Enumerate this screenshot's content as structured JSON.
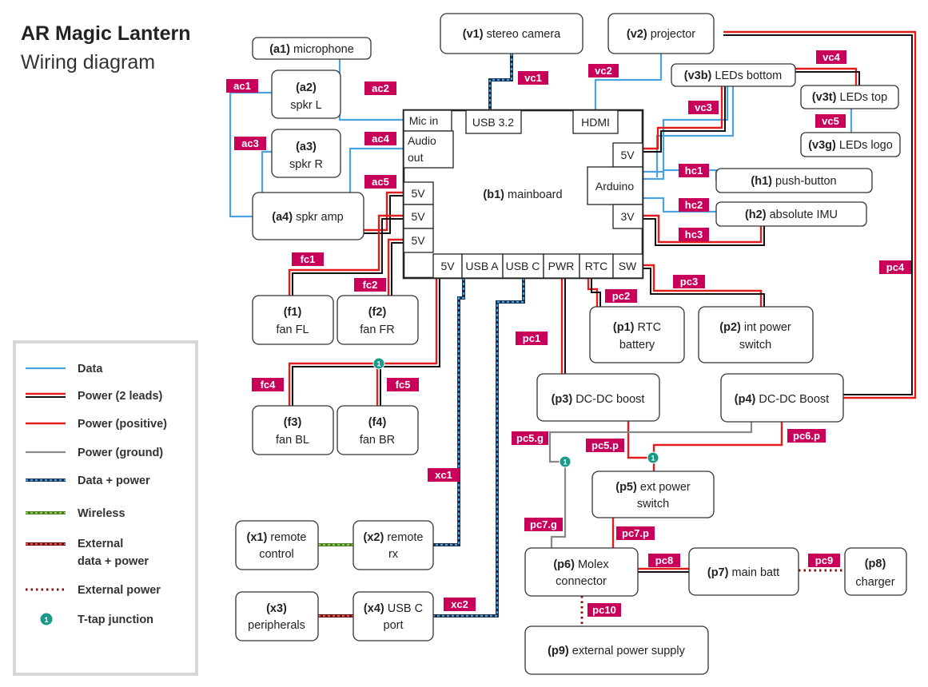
{
  "title": "AR Magic Lantern",
  "subtitle": "Wiring diagram",
  "mainboard": {
    "id": "(b1)",
    "name": "mainboard"
  },
  "ports": {
    "mic_in": "Mic in",
    "usb32": "USB 3.2",
    "hdmi": "HDMI",
    "audio_out_1": "Audio",
    "audio_out_2": "out",
    "v5": "5V",
    "v3": "3V",
    "arduino": "Arduino",
    "usba": "USB A",
    "usbc": "USB C",
    "pwr": "PWR",
    "rtc": "RTC",
    "sw": "SW"
  },
  "nodes": {
    "a1": {
      "id": "(a1)",
      "name": "microphone"
    },
    "a2": {
      "id": "(a2)",
      "name": "spkr L"
    },
    "a3": {
      "id": "(a3)",
      "name": "spkr R"
    },
    "a4": {
      "id": "(a4)",
      "name": "spkr amp"
    },
    "v1": {
      "id": "(v1)",
      "name": "stereo camera"
    },
    "v2": {
      "id": "(v2)",
      "name": "projector"
    },
    "v3b": {
      "id": "(v3b)",
      "name": "LEDs bottom"
    },
    "v3t": {
      "id": "(v3t)",
      "name": "LEDs top"
    },
    "v3g": {
      "id": "(v3g)",
      "name": "LEDs logo"
    },
    "h1": {
      "id": "(h1)",
      "name": "push-button"
    },
    "h2": {
      "id": "(h2)",
      "name": "absolute IMU"
    },
    "f1": {
      "id": "(f1)",
      "name": "fan FL"
    },
    "f2": {
      "id": "(f2)",
      "name": "fan FR"
    },
    "f3": {
      "id": "(f3)",
      "name": "fan BL"
    },
    "f4": {
      "id": "(f4)",
      "name": "fan BR"
    },
    "p1": {
      "id": "(p1)",
      "name": "RTC",
      "name2": "battery"
    },
    "p2": {
      "id": "(p2)",
      "name": "int power",
      "name2": "switch"
    },
    "p3": {
      "id": "(p3)",
      "name": "DC-DC boost"
    },
    "p4": {
      "id": "(p4)",
      "name": "DC-DC Boost"
    },
    "p5": {
      "id": "(p5)",
      "name": "ext power",
      "name2": "switch"
    },
    "p6": {
      "id": "(p6)",
      "name": "Molex",
      "name2": "connector"
    },
    "p7": {
      "id": "(p7)",
      "name": "main batt"
    },
    "p8": {
      "id": "(p8)",
      "name": "charger"
    },
    "p9": {
      "id": "(p9)",
      "name": "external power supply"
    },
    "x1": {
      "id": "(x1)",
      "name": "remote",
      "name2": "control"
    },
    "x2": {
      "id": "(x2)",
      "name": "remote",
      "name2": "rx"
    },
    "x3": {
      "id": "(x3)",
      "name": "peripherals"
    },
    "x4": {
      "id": "(x4)",
      "name": "USB C",
      "name2": "port"
    }
  },
  "labels": {
    "ac1": "ac1",
    "ac2": "ac2",
    "ac3": "ac3",
    "ac4": "ac4",
    "ac5": "ac5",
    "vc1": "vc1",
    "vc2": "vc2",
    "vc3": "vc3",
    "vc4": "vc4",
    "vc5": "vc5",
    "hc1": "hc1",
    "hc2": "hc2",
    "hc3": "hc3",
    "fc1": "fc1",
    "fc2": "fc2",
    "fc4": "fc4",
    "fc5": "fc5",
    "pc1": "pc1",
    "pc2": "pc2",
    "pc3": "pc3",
    "pc4": "pc4",
    "pc5g": "pc5.g",
    "pc5p": "pc5.p",
    "pc6p": "pc6.p",
    "pc7g": "pc7.g",
    "pc7p": "pc7.p",
    "pc8": "pc8",
    "pc9": "pc9",
    "pc10": "pc10",
    "xc1": "xc1",
    "xc2": "xc2"
  },
  "legend": [
    {
      "label": "Data",
      "style": "data"
    },
    {
      "label": "Power (2 leads)",
      "style": "power2"
    },
    {
      "label": "Power (positive)",
      "style": "powerpos"
    },
    {
      "label": "Power (ground)",
      "style": "powergnd"
    },
    {
      "label": "Data + power",
      "style": "datapower"
    },
    {
      "label": "Wireless",
      "style": "wireless"
    },
    {
      "label": "External",
      "label2": "data + power",
      "style": "extdatapower"
    },
    {
      "label": "External power",
      "style": "extpower"
    },
    {
      "label": "T-tap junction",
      "style": "ttap"
    }
  ],
  "ttap_symbol": "1",
  "colors": {
    "data": "#4aa3e0",
    "power_pos": "#e01c1c",
    "power_gnd": "#888888",
    "label_bg": "#c8005a",
    "ttap": "#1a9a8a"
  }
}
